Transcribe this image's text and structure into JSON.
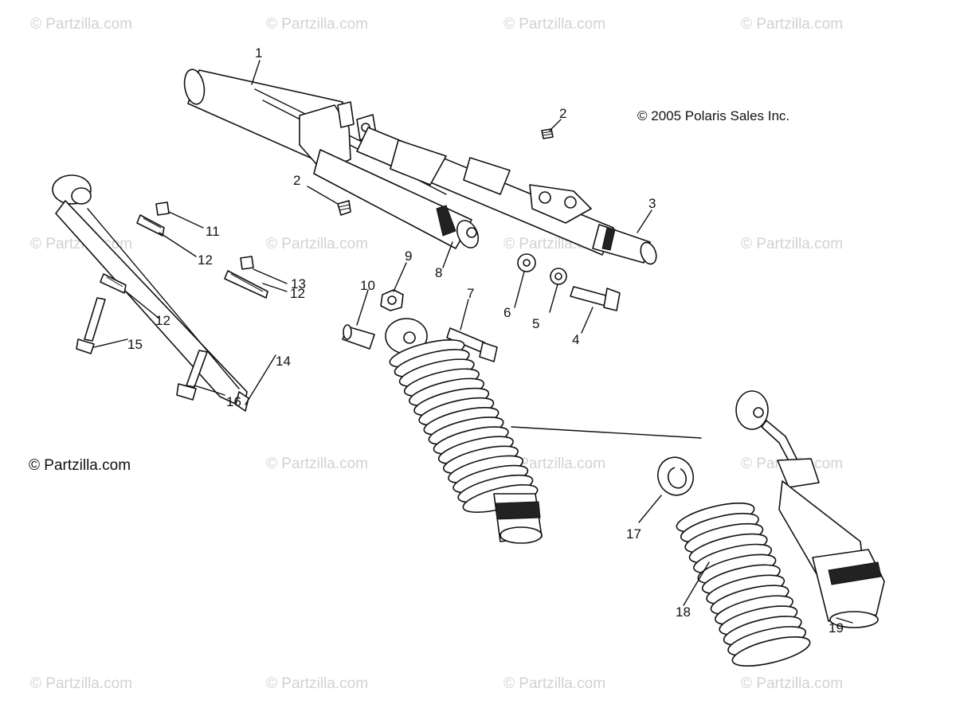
{
  "watermark_text": "© Partzilla.com",
  "copyright_text": "© 2005 Polaris Sales Inc.",
  "partzilla_text": "© Partzilla.com",
  "callouts": [
    "1",
    "2",
    "2",
    "3",
    "4",
    "5",
    "6",
    "7",
    "8",
    "9",
    "10",
    "11",
    "12",
    "12",
    "12",
    "13",
    "14",
    "15",
    "16",
    "17",
    "18",
    "19"
  ],
  "part_icons": [
    "swing-arm-assembly",
    "grease-fitting",
    "pivot-bushing",
    "bolt",
    "washer",
    "spacer",
    "nut",
    "rear-shock-absorber",
    "torque-link",
    "spring-retainer",
    "coil-spring",
    "shock-body"
  ]
}
